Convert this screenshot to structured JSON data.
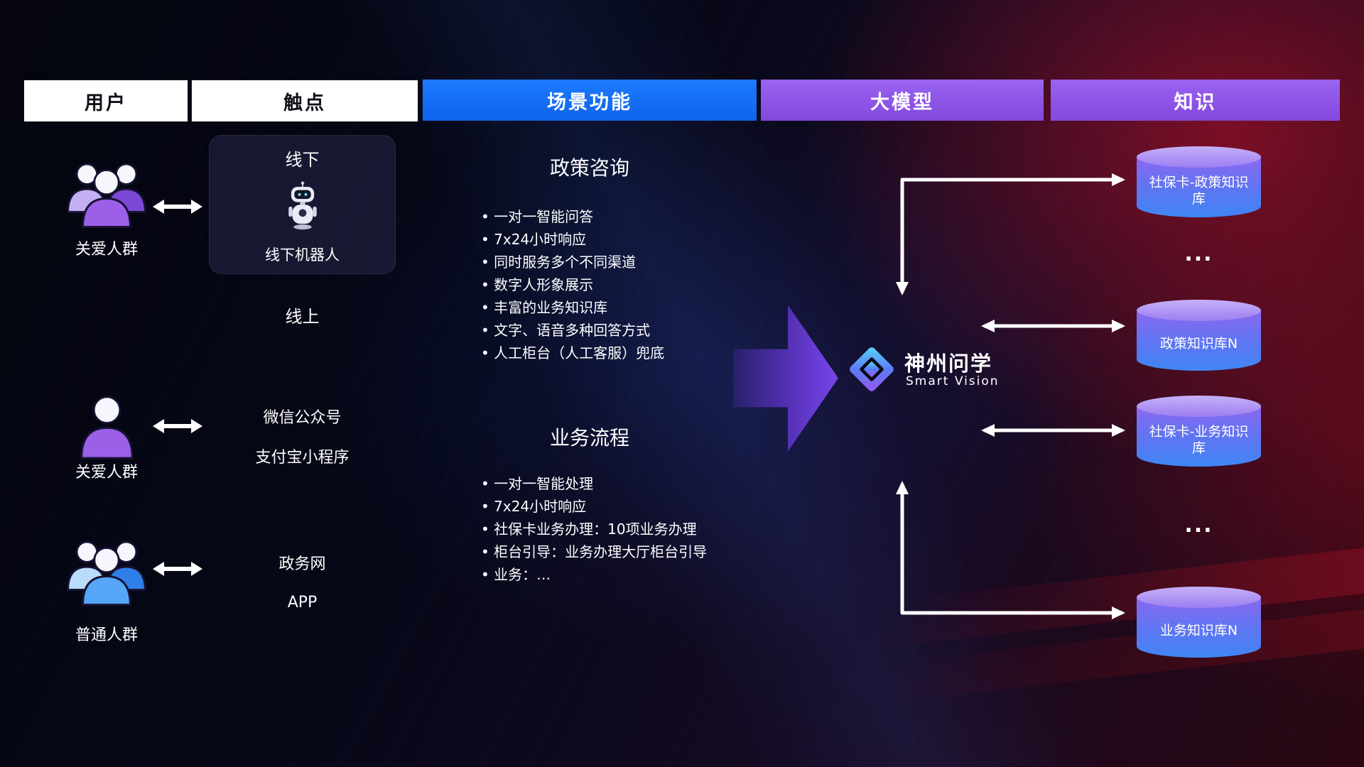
{
  "headers": {
    "labels": [
      "用户",
      "触点",
      "场景功能",
      "大模型",
      "知识"
    ]
  },
  "users": {
    "items": [
      {
        "label": "关爱人群",
        "icon": "user-group-icon"
      },
      {
        "label": "关爱人群",
        "icon": "user-person-icon"
      },
      {
        "label": "普通人群",
        "icon": "user-group-icon"
      }
    ]
  },
  "touchpoints": {
    "offline": {
      "title": "线下",
      "robot_label": "线下机器人",
      "robot_icon": "robot-icon"
    },
    "online_title": "线上",
    "channels": [
      "微信公众号",
      "支付宝小程序",
      "政务网",
      "APP"
    ]
  },
  "functions": {
    "policy": {
      "title": "政策咨询",
      "items": [
        "一对一智能问答",
        "7x24小时响应",
        "同时服务多个不同渠道",
        "数字人形象展示",
        "丰富的业务知识库",
        "文字、语音多种回答方式",
        "人工柜台（人工客服）兜底"
      ]
    },
    "business": {
      "title": "业务流程",
      "items": [
        "一对一智能处理",
        "7x24小时响应",
        "社保卡业务办理：10项业务办理",
        "柜台引导：业务办理大厅柜台引导",
        "业务：…"
      ]
    }
  },
  "model": {
    "name": "神州问学",
    "subtitle": "Smart Vision",
    "logo_icon": "smart-vision-logo"
  },
  "knowledge": {
    "databases": [
      "社保卡-政策知识库",
      "政策知识库N",
      "社保卡-业务知识库",
      "业务知识库N"
    ],
    "ellipsis": "..."
  },
  "colors": {
    "header_blue": "#156df2",
    "header_purple": "#8d55ea",
    "cylinder_top": "#b7a0f6",
    "cylinder_body_top": "#8a68f0",
    "cylinder_body_bottom": "#3f86f4",
    "user_purple": "#9b5fe8",
    "user_blue": "#55a6f6",
    "flow_arrow_purple": "#6d3fd8",
    "connector_white": "#ffffff"
  }
}
